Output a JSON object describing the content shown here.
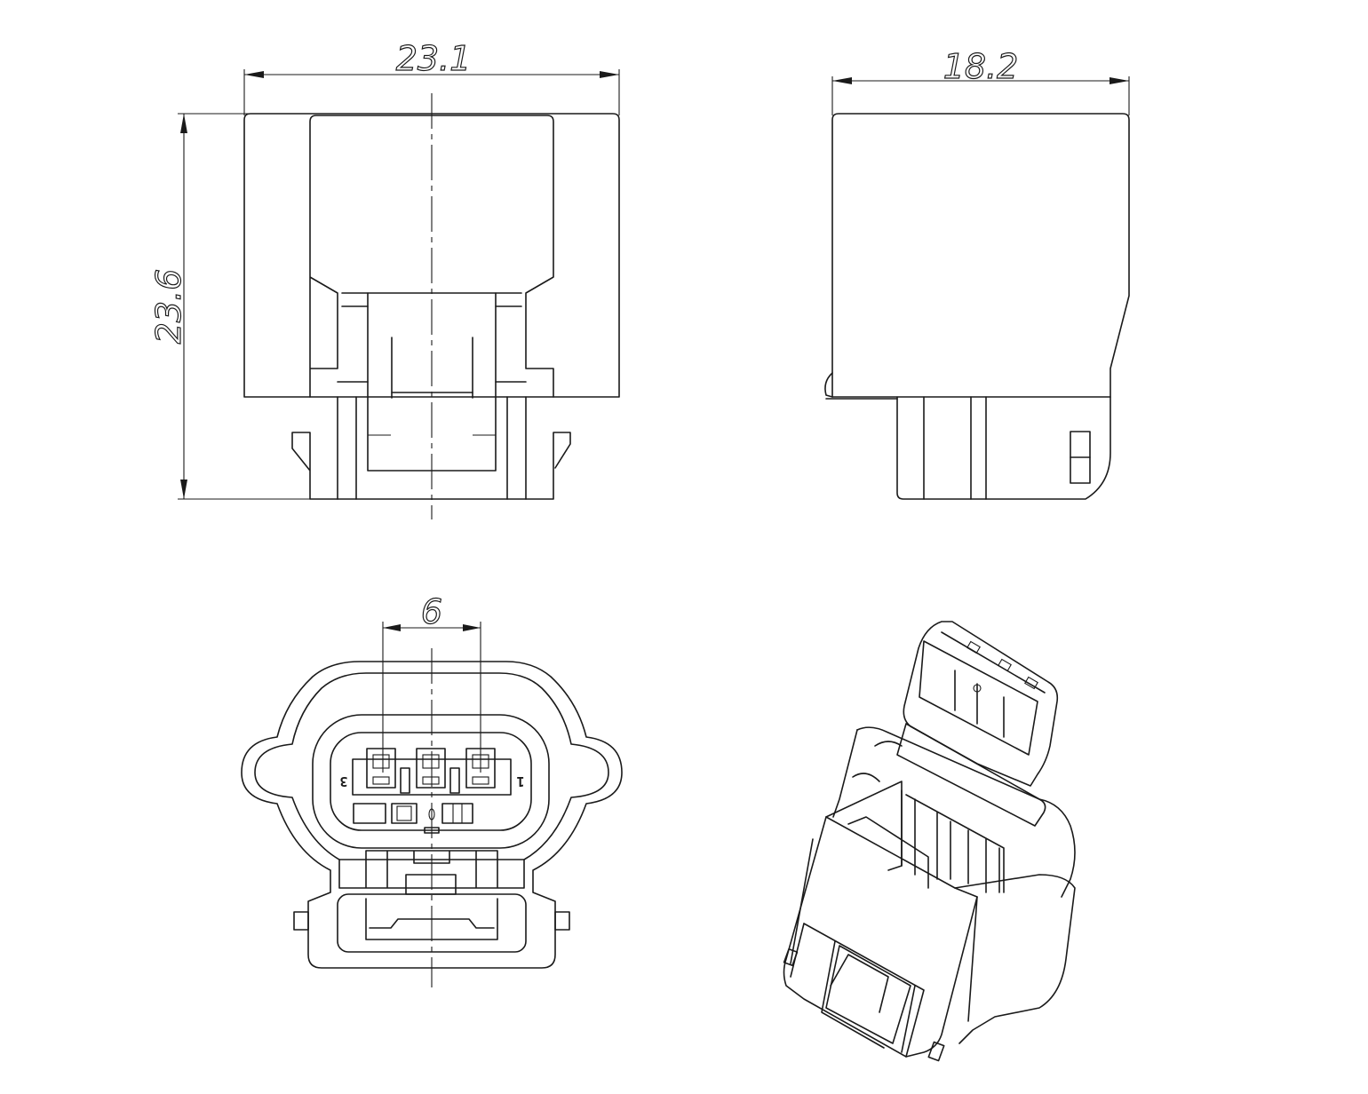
{
  "dimensions": {
    "front_width": "23.1",
    "front_height": "23.6",
    "side_width": "18.2",
    "pin_pitch": "6"
  },
  "pin_labels": {
    "left": "3",
    "right": "1"
  },
  "colors": {
    "line": "#1a1a1a",
    "background": "#ffffff"
  }
}
